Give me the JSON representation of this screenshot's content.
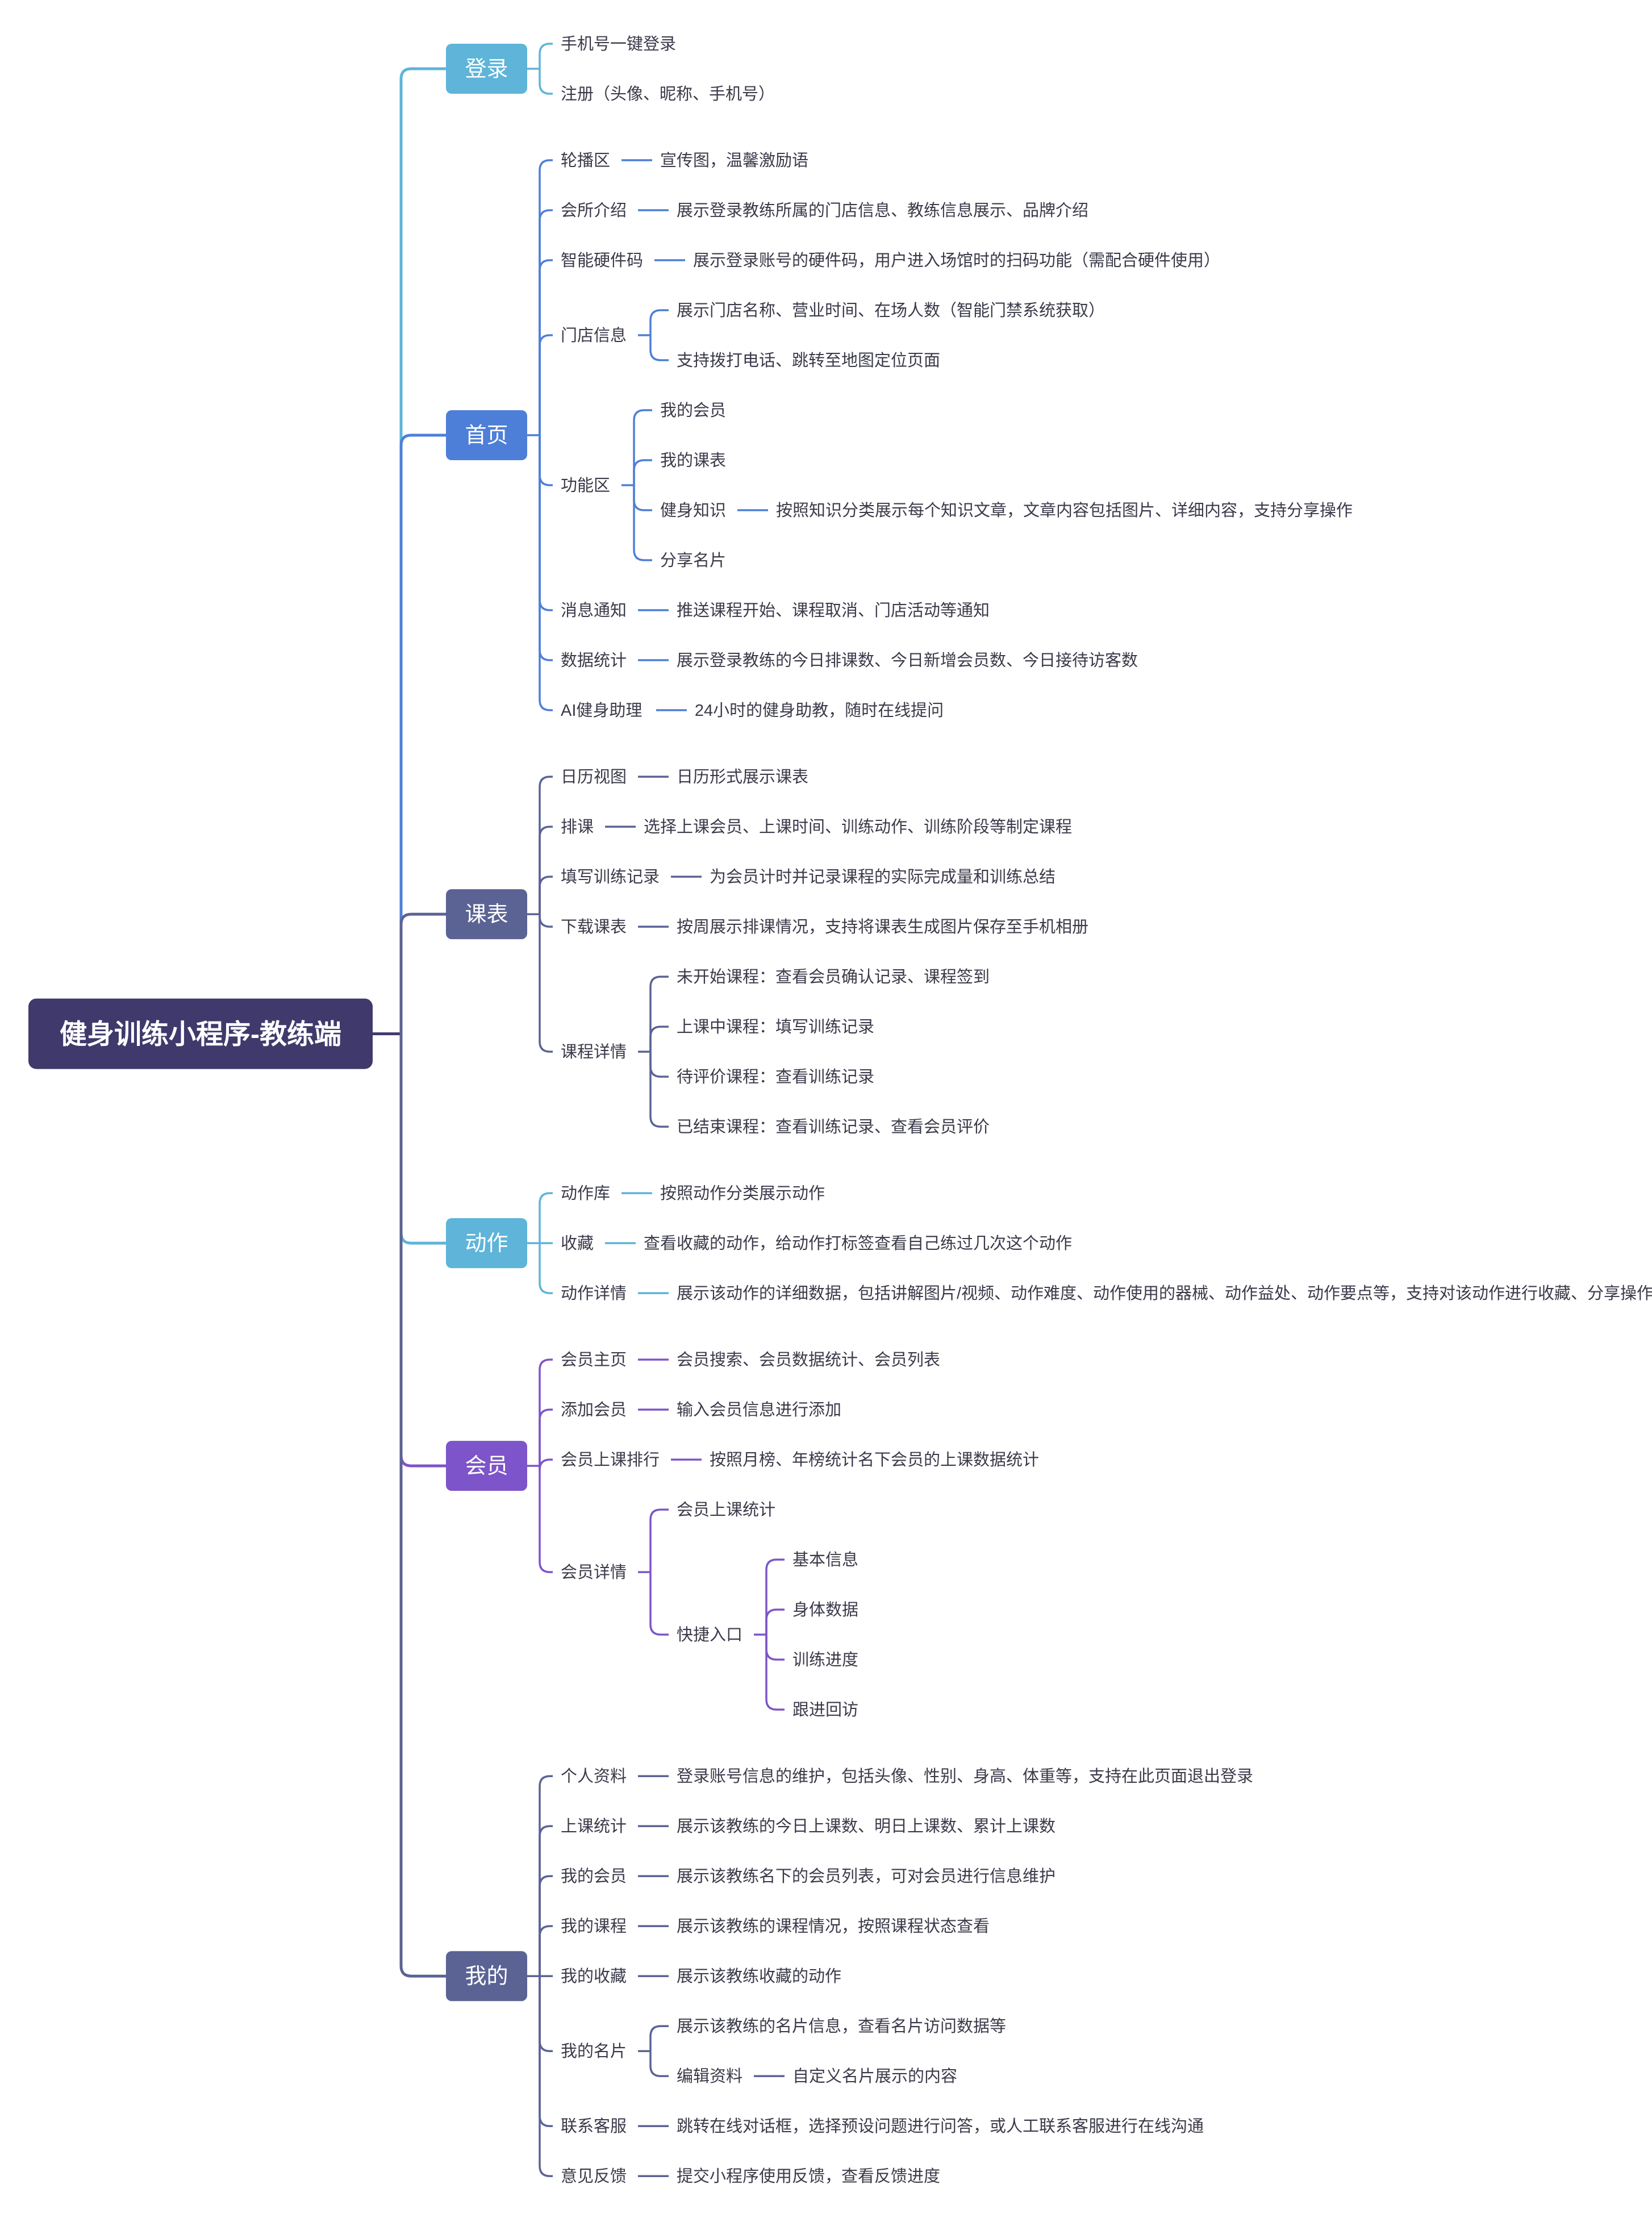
{
  "root": {
    "label": "健身训练小程序-教练端",
    "color": "#3f3a6b"
  },
  "branches": [
    {
      "label": "登录",
      "color": "#5eb4d9",
      "children": [
        {
          "label": "手机号一键登录"
        },
        {
          "label": "注册（头像、昵称、手机号）"
        }
      ]
    },
    {
      "label": "首页",
      "color": "#4e7fd8",
      "children": [
        {
          "label": "轮播区",
          "children": [
            {
              "label": "宣传图，温馨激励语"
            }
          ]
        },
        {
          "label": "会所介绍",
          "children": [
            {
              "label": "展示登录教练所属的门店信息、教练信息展示、品牌介绍"
            }
          ]
        },
        {
          "label": "智能硬件码",
          "children": [
            {
              "label": "展示登录账号的硬件码，用户进入场馆时的扫码功能（需配合硬件使用）"
            }
          ]
        },
        {
          "label": "门店信息",
          "children": [
            {
              "label": "展示门店名称、营业时间、在场人数（智能门禁系统获取）"
            },
            {
              "label": "支持拨打电话、跳转至地图定位页面"
            }
          ]
        },
        {
          "label": "功能区",
          "children": [
            {
              "label": "我的会员"
            },
            {
              "label": "我的课表"
            },
            {
              "label": "健身知识",
              "children": [
                {
                  "label": "按照知识分类展示每个知识文章，文章内容包括图片、详细内容，支持分享操作"
                }
              ]
            },
            {
              "label": "分享名片"
            }
          ]
        },
        {
          "label": "消息通知",
          "children": [
            {
              "label": "推送课程开始、课程取消、门店活动等通知"
            }
          ]
        },
        {
          "label": "数据统计",
          "children": [
            {
              "label": "展示登录教练的今日排课数、今日新增会员数、今日接待访客数"
            }
          ]
        },
        {
          "label": "AI健身助理",
          "children": [
            {
              "label": "24小时的健身助教，随时在线提问"
            }
          ]
        }
      ]
    },
    {
      "label": "课表",
      "color": "#5b6394",
      "children": [
        {
          "label": "日历视图",
          "children": [
            {
              "label": "日历形式展示课表"
            }
          ]
        },
        {
          "label": "排课",
          "children": [
            {
              "label": "选择上课会员、上课时间、训练动作、训练阶段等制定课程"
            }
          ]
        },
        {
          "label": "填写训练记录",
          "children": [
            {
              "label": "为会员计时并记录课程的实际完成量和训练总结"
            }
          ]
        },
        {
          "label": "下载课表",
          "children": [
            {
              "label": "按周展示排课情况，支持将课表生成图片保存至手机相册"
            }
          ]
        },
        {
          "label": "课程详情",
          "children": [
            {
              "label": "未开始课程：查看会员确认记录、课程签到"
            },
            {
              "label": "上课中课程：填写训练记录"
            },
            {
              "label": "待评价课程：查看训练记录"
            },
            {
              "label": "已结束课程：查看训练记录、查看会员评价"
            }
          ]
        }
      ]
    },
    {
      "label": "动作",
      "color": "#5eb4d9",
      "children": [
        {
          "label": "动作库",
          "children": [
            {
              "label": "按照动作分类展示动作"
            }
          ]
        },
        {
          "label": "收藏",
          "children": [
            {
              "label": "查看收藏的动作，给动作打标签查看自己练过几次这个动作"
            }
          ]
        },
        {
          "label": "动作详情",
          "children": [
            {
              "label": "展示该动作的详细数据，包括讲解图片/视频、动作难度、动作使用的器械、动作益处、动作要点等，支持对该动作进行收藏、分享操作"
            }
          ]
        }
      ]
    },
    {
      "label": "会员",
      "color": "#7d54c9",
      "children": [
        {
          "label": "会员主页",
          "children": [
            {
              "label": "会员搜索、会员数据统计、会员列表"
            }
          ]
        },
        {
          "label": "添加会员",
          "children": [
            {
              "label": "输入会员信息进行添加"
            }
          ]
        },
        {
          "label": "会员上课排行",
          "children": [
            {
              "label": "按照月榜、年榜统计名下会员的上课数据统计"
            }
          ]
        },
        {
          "label": "会员详情",
          "children": [
            {
              "label": "会员上课统计"
            },
            {
              "label": "快捷入口",
              "children": [
                {
                  "label": "基本信息"
                },
                {
                  "label": "身体数据"
                },
                {
                  "label": "训练进度"
                },
                {
                  "label": "跟进回访"
                }
              ]
            }
          ]
        }
      ]
    },
    {
      "label": "我的",
      "color": "#5b6394",
      "children": [
        {
          "label": "个人资料",
          "children": [
            {
              "label": "登录账号信息的维护，包括头像、性别、身高、体重等，支持在此页面退出登录"
            }
          ]
        },
        {
          "label": "上课统计",
          "children": [
            {
              "label": "展示该教练的今日上课数、明日上课数、累计上课数"
            }
          ]
        },
        {
          "label": "我的会员",
          "children": [
            {
              "label": "展示该教练名下的会员列表，可对会员进行信息维护"
            }
          ]
        },
        {
          "label": "我的课程",
          "children": [
            {
              "label": "展示该教练的课程情况，按照课程状态查看"
            }
          ]
        },
        {
          "label": "我的收藏",
          "children": [
            {
              "label": "展示该教练收藏的动作"
            }
          ]
        },
        {
          "label": "我的名片",
          "children": [
            {
              "label": "展示该教练的名片信息，查看名片访问数据等"
            },
            {
              "label": "编辑资料",
              "children": [
                {
                  "label": "自定义名片展示的内容"
                }
              ]
            }
          ]
        },
        {
          "label": "联系客服",
          "children": [
            {
              "label": "跳转在线对话框，选择预设问题进行问答，或人工联系客服进行在线沟通"
            }
          ]
        },
        {
          "label": "意见反馈",
          "children": [
            {
              "label": "提交小程序使用反馈，查看反馈进度"
            }
          ]
        }
      ]
    }
  ]
}
